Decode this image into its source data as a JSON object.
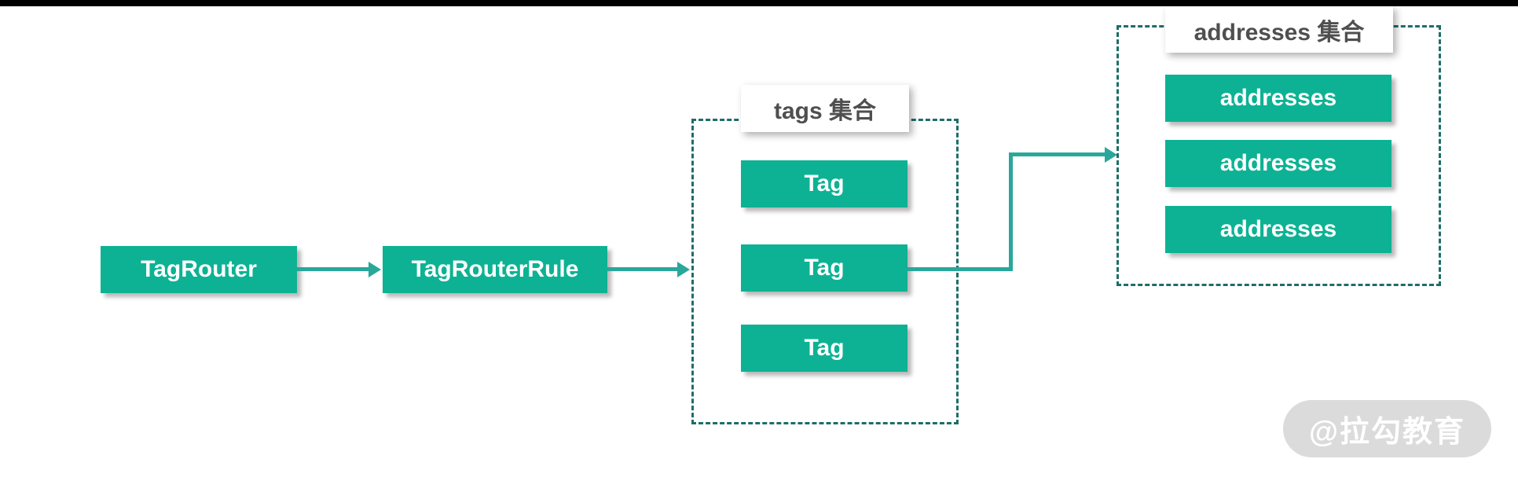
{
  "colors": {
    "node_fill": "#0db294",
    "node_text": "#ffffff",
    "connector": "#2aa79b",
    "group_border": "#1d6e68",
    "group_label_text": "#4f4f4f",
    "group_label_bg": "#ffffff",
    "top_bar": "#000000",
    "watermark_bg": "#dbdbdb",
    "watermark_text": "#ffffff",
    "background": "#ffffff"
  },
  "nodes": {
    "tag_router": "TagRouter",
    "tag_router_rule": "TagRouterRule"
  },
  "groups": {
    "tags": {
      "label": "tags 集合",
      "items": [
        "Tag",
        "Tag",
        "Tag"
      ]
    },
    "addresses": {
      "label": "addresses 集合",
      "items": [
        "addresses",
        "addresses",
        "addresses"
      ]
    }
  },
  "watermark": "@拉勾教育"
}
